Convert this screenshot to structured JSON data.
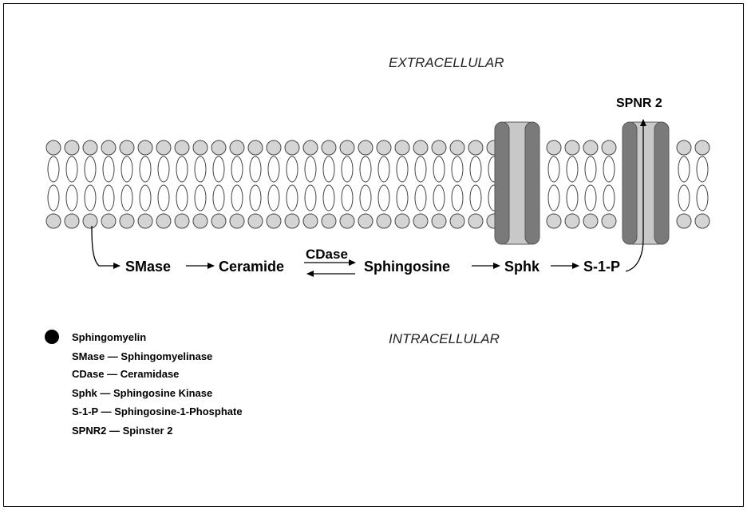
{
  "regions": {
    "extracellular": "EXTRACELLULAR",
    "intracellular": "INTRACELLULAR"
  },
  "receptor": {
    "label": "SPNR 2"
  },
  "pathway": {
    "smase": "SMase",
    "ceramide": "Ceramide",
    "cdase": "CDase",
    "sphingosine": "Sphingosine",
    "sphk": "Sphk",
    "s1p": "S-1-P"
  },
  "legend": {
    "sphingomyelin": "Sphingomyelin",
    "items": [
      "SMase — Sphingomyelinase",
      "CDase — Ceramidase",
      "Sphk — Sphingosine Kinase",
      "S-1-P — Sphingosine-1-Phosphate",
      "SPNR2 — Spinster 2"
    ]
  },
  "colors": {
    "head_fill": "#d4d4d4",
    "sphingomyelin": "#000000",
    "protein_dark": "#7a7a7a",
    "protein_light": "#c8c8c8"
  }
}
